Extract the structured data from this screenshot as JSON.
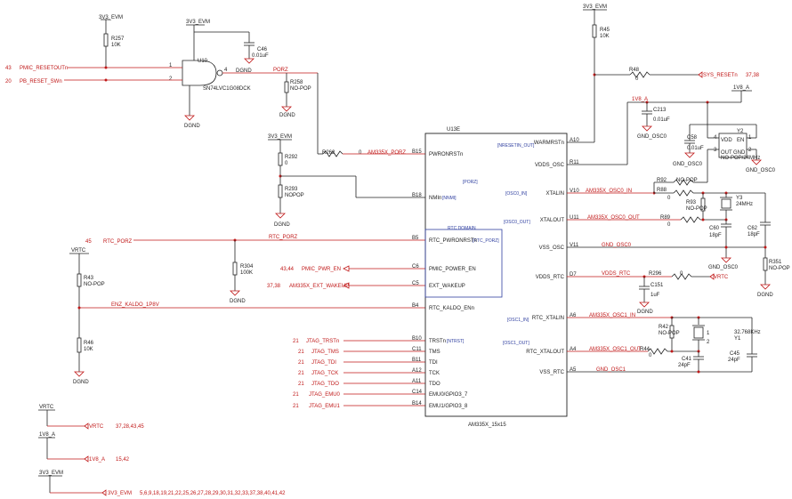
{
  "top_left": {
    "v3v3_a": "3V3_EVM",
    "r257": "R257",
    "r257_val": "10K",
    "v3v3_b": "3V3_EVM",
    "c46": "C46",
    "c46_val": "0.01uF",
    "dgnd_c46": "DGND",
    "u10": "U10",
    "u10_part": "SN74LVC1G08DCK",
    "u10_pin1": "1",
    "u10_pin2": "2",
    "u10_pin4": "4",
    "sheet_43": "43",
    "pmic_reset": "PMIC_RESETOUTn",
    "sheet_20": "20",
    "pb_reset": "PB_RESET_SWn",
    "dgnd_u10": "DGND",
    "porz": "PORZ",
    "r258": "R258",
    "r258_val": "NO-POP",
    "dgnd_r258": "DGND"
  },
  "top_right": {
    "v3v3": "3V3_EVM",
    "r45": "R45",
    "r45_val": "10K",
    "r48": "R48",
    "r48_val": "0",
    "sys_reset": "SYS_RESETn",
    "sys_reset_pages": "37,38"
  },
  "left_mid": {
    "v3v3": "3V3_EVM",
    "r292": "R292",
    "r292_val": "0",
    "r293": "R293",
    "r293_val": "NOPOP",
    "dgnd": "DGND",
    "r262": "R262",
    "r262_val": "0",
    "am_porz": "AM335X_PORZ",
    "sheet_45": "45",
    "rtc_porz": "RTC_PORZ",
    "rtc_porz_b": "RTC_PORZ",
    "r304": "R304",
    "r304_val": "100K",
    "dgnd_r304": "DGND",
    "pwr_sheet": "43,44",
    "pmic_pwr_en": "PMIC_PWR_EN",
    "wake_sheet": "37,38",
    "ext_wakeup": "AM335X_EXT_WAKEUP",
    "vrtc": "VRTC",
    "r43": "R43",
    "r43_val": "NO-POP",
    "enz_kaldo": "ENZ_KALDO_1P8V",
    "r46": "R46",
    "r46_val": "10K",
    "dgnd_r46": "DGND"
  },
  "jtag": {
    "sheet": "21",
    "signals": [
      "JTAG_TRSTn",
      "JTAG_TMS",
      "JTAG_TDI",
      "JTAG_TCK",
      "JTAG_TDO",
      "JTAG_EMU0",
      "JTAG_EMU1"
    ],
    "sheets": [
      "21",
      "21",
      "21",
      "21",
      "21",
      "21",
      "21"
    ]
  },
  "ic": {
    "ref": "U13E",
    "part": "AM335X_15x15",
    "left_pins": [
      {
        "ball": "B15",
        "name": "PWRONRSTn"
      },
      {
        "ball": "B18",
        "name": "NMIn"
      },
      {
        "ball": "B5",
        "name": "RTC_PWRONRSTn"
      },
      {
        "ball": "C6",
        "name": "PMIC_POWER_EN"
      },
      {
        "ball": "C5",
        "name": "EXT_WAKEUP"
      },
      {
        "ball": "B4",
        "name": "RTC_KALDO_ENn"
      },
      {
        "ball": "B10",
        "name": "TRSTn"
      },
      {
        "ball": "C11",
        "name": "TMS"
      },
      {
        "ball": "B11",
        "name": "TDI"
      },
      {
        "ball": "A12",
        "name": "TCK"
      },
      {
        "ball": "A11",
        "name": "TDO"
      },
      {
        "ball": "C14",
        "name": "EMU0/GPIO3_7"
      },
      {
        "ball": "B14",
        "name": "EMU1/GPIO3_8"
      }
    ],
    "right_pins": [
      {
        "ball": "A10",
        "name": "WARMRSTn"
      },
      {
        "ball": "R11",
        "name": "VDDS_OSC"
      },
      {
        "ball": "V10",
        "name": "XTALIN"
      },
      {
        "ball": "U11",
        "name": "XTALOUT"
      },
      {
        "ball": "V11",
        "name": "VSS_OSC"
      },
      {
        "ball": "D7",
        "name": "VDDS_RTC"
      },
      {
        "ball": "A6",
        "name": "RTC_XTALIN"
      },
      {
        "ball": "A4",
        "name": "RTC_XTALOUT"
      },
      {
        "ball": "A5",
        "name": "VSS_RTC"
      }
    ],
    "annotations": {
      "nreset": "[NRESETIN_OUT]",
      "porz": "[PORZ]",
      "nnmi": "[NNMI]",
      "rtc_domain": "RTC DOMAIN",
      "rtc_porz": "[RTC_PORZ]",
      "ntrst": "[NTRST]",
      "osc0_in": "[OSC0_IN]",
      "osc0_out": "[OSC0_OUT]",
      "osc1_in": "[OSC1_IN]",
      "osc1_out": "[OSC1_OUT]"
    }
  },
  "osc0": {
    "v1v8": "1V8_A",
    "c213": "C213",
    "c213_val": "0.01uF",
    "gnd_c213": "GND_OSC0",
    "v1v8_b": "1V8_A",
    "c58": "C58",
    "c58_val": "0.01uF",
    "gnd_c58": "GND_OSC0",
    "y2": "Y2",
    "y2_vdd": "VDD",
    "y2_en": "EN",
    "y2_out": "OUT",
    "y2_gnd": "GND",
    "y2_val": "NO-POP/24MHz",
    "y2_p1": "1",
    "y2_p2": "2",
    "y2_p3": "3",
    "y2_p4": "4",
    "gnd_y2": "GND_OSC0",
    "r92": "R92",
    "r92_val": "NO-POP",
    "osc0_in": "AM335X_OSC0_IN",
    "r88": "R88",
    "r88_val": "0",
    "r93": "R93",
    "r93_val": "NO-POP",
    "y3": "Y3",
    "y3_val": "24MHz",
    "r89": "R89",
    "r89_val": "0",
    "osc0_out": "AM335X_OSC0_OUT",
    "c60": "C60",
    "c60_val": "18pF",
    "c62": "C62",
    "c62_val": "18pF",
    "gnd_vss": "GND_OSC0",
    "gnd_c60": "GND_OSC0",
    "r351": "R351",
    "r351_val": "NO-POP",
    "dgnd_r351": "DGND"
  },
  "rtc_osc": {
    "vdds_rtc": "VDDS_RTC",
    "r296": "R296",
    "r296_val": "0",
    "vrtc": "VRTC",
    "c151": "C151",
    "c151_val": "1uF",
    "dgnd_c151": "DGND",
    "osc1_in": "AM335X_OSC1_IN",
    "r42": "R42",
    "r42_val": "NO-POP",
    "y1_val": "32.768KHz",
    "y1": "Y1",
    "y1_p1": "1",
    "y1_p2": "2",
    "osc1_out": "AM335X_OSC1_OUT",
    "r44": "R44",
    "r44_val": "0",
    "c41": "C41",
    "c41_val": "24pF",
    "c45": "C45",
    "c45_val": "24pF",
    "gnd_osc1": "GND_OSC1"
  },
  "bottom": {
    "vrtc": "VRTC",
    "vrtc_flag": "VRTC",
    "vrtc_pages": "37,28,43,45",
    "v1v8": "1V8_A",
    "v1v8_flag": "1V8_A",
    "v1v8_pages": "15,42",
    "v3v3": "3V3_EVM",
    "v3v3_flag": "3V3_EVM",
    "v3v3_pages": "5,6,9,18,19,21,22,25,26,27,28,29,30,31,32,33,37,38,40,41,42"
  }
}
